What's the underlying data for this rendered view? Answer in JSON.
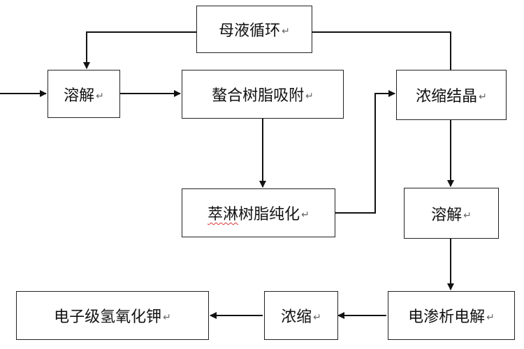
{
  "diagram": {
    "nodes": {
      "mother_liquor": {
        "label": "母液循环",
        "mark": "↵"
      },
      "dissolve_1": {
        "label": "溶解",
        "mark": "↵"
      },
      "chelate": {
        "label": "螯合树脂吸附",
        "mark": "↵"
      },
      "elute": {
        "label_1": "萃淋",
        "label_2": "树脂纯化",
        "mark": "↵"
      },
      "concentrate_cryst": {
        "label": "浓缩结晶",
        "mark": "↵"
      },
      "dissolve_2": {
        "label": "溶解",
        "mark": "↵"
      },
      "electrodialysis": {
        "label": "电渗析电解",
        "mark": "↵"
      },
      "concentrate": {
        "label": "浓缩",
        "mark": "↵"
      },
      "product": {
        "label": "电子级氢氧化钾",
        "mark": "↵"
      }
    },
    "colors": {
      "line": "#111111",
      "box_border": "#222222",
      "spell_underline": "#dd3333"
    }
  }
}
